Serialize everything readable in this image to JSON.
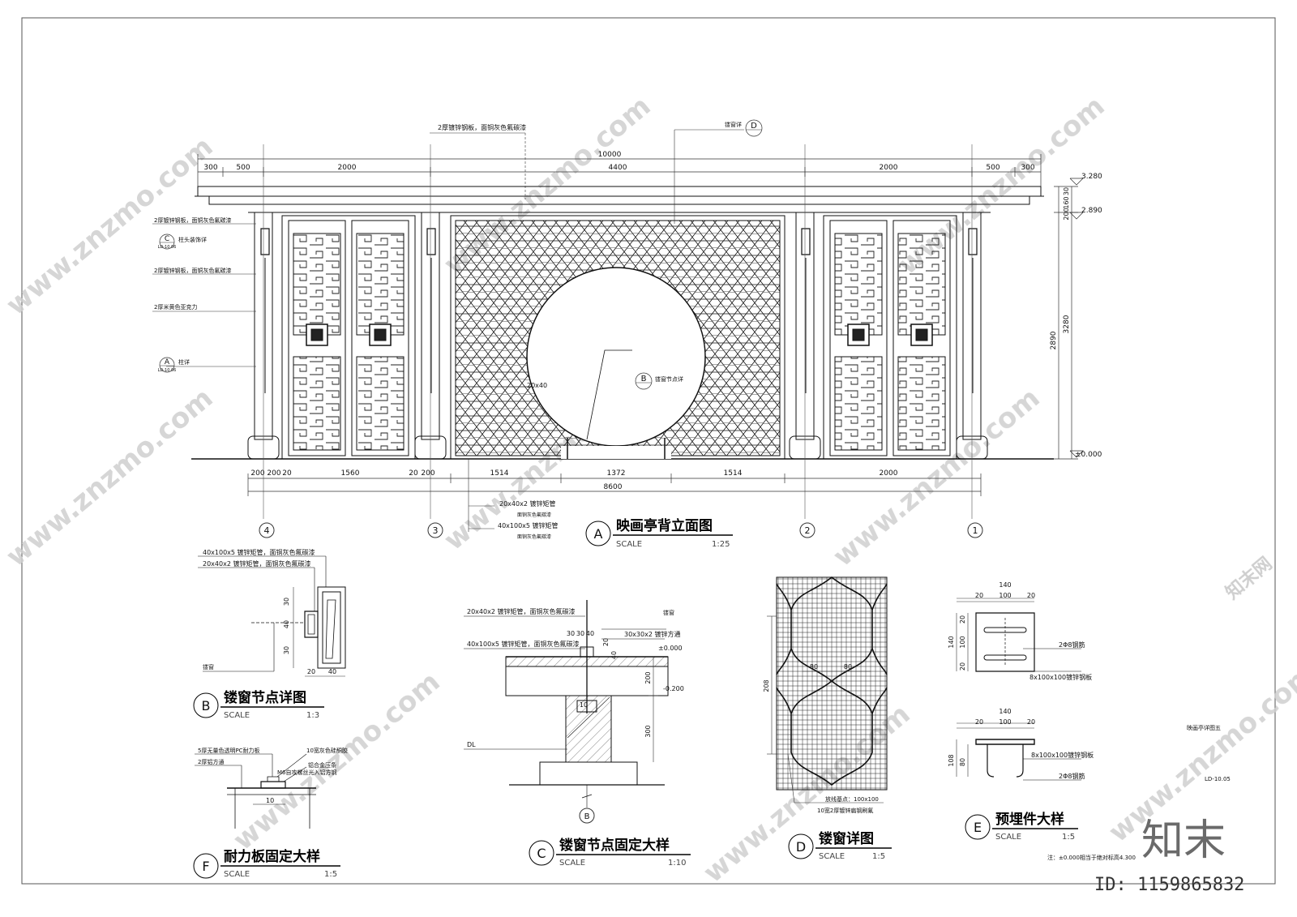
{
  "elevation": {
    "top_dims": [
      "300",
      "500",
      "2000",
      "4400",
      "2000",
      "500",
      "300"
    ],
    "overall_top": "10000",
    "bottom_dims": [
      "200",
      "200",
      "20",
      "1560",
      "20",
      "200",
      "1514",
      "1372",
      "1514",
      "2000"
    ],
    "overall_bottom": "8600",
    "right_dims": [
      "30",
      "160",
      "200",
      "2890",
      "3280"
    ],
    "levels": [
      "3.280",
      "2.890",
      "±0.000"
    ],
    "axes": [
      "4",
      "3",
      "2",
      "1"
    ],
    "callouts_left": [
      "2厚镀锌钢板，面铜灰色氟碳漆",
      "柱头装饰详",
      "2厚镀锌钢板，面铜灰色氟碳漆",
      "2厚米黄色亚克力",
      "柱详"
    ],
    "ref_tags_left": [
      {
        "letter": "C",
        "sheet": "LD-10.06"
      },
      {
        "letter": "A",
        "sheet": "LD-10.06"
      }
    ],
    "callout_top": "2厚镀锌钢板，面铜灰色氟碳漆",
    "callout_window": "镂窗详",
    "ref_tag_top": "D",
    "callout_circle": "镂窗节点详",
    "ref_tag_circle": "B",
    "circle_dim": "20x40",
    "callouts_bottom": [
      "20x40x2 镀锌矩管",
      "面铜灰色氟碳漆",
      "40x100x5 镀锌矩管",
      "面铜灰色氟碳漆"
    ],
    "title_letter": "A",
    "title": "映画亭背立面图",
    "scale_label": "SCALE",
    "scale": "1:25"
  },
  "detail_b": {
    "labels": [
      "40x100x5 镀锌矩管，面铜灰色氟碳漆",
      "20x40x2 镀锌矩管，面铜灰色氟碳漆",
      "镂窗"
    ],
    "dims": [
      "30",
      "40",
      "30",
      "20",
      "40"
    ],
    "title_letter": "B",
    "title": "镂窗节点详图",
    "scale_label": "SCALE",
    "scale": "1:3"
  },
  "detail_c": {
    "labels": [
      "20x40x2 镀锌矩管，面铜灰色氟碳漆",
      "40x100x5 镀锌矩管，面铜灰色氟碳漆",
      "30x30x2 镀锌方通",
      "镂窗",
      "DL"
    ],
    "dims": [
      "30",
      "30",
      "40",
      "20",
      "40",
      "10",
      "200",
      "300"
    ],
    "levels": [
      "±0.000",
      "-0.200"
    ],
    "section_mark": "B",
    "title_letter": "C",
    "title": "镂窗节点固定大样",
    "scale_label": "SCALE",
    "scale": "1:10"
  },
  "detail_d": {
    "dims": [
      "208",
      "80",
      "80"
    ],
    "labels": [
      "放线基点：100x100",
      "10宽2厚镀锌扁钢刷氟"
    ],
    "title_letter": "D",
    "title": "镂窗详图",
    "scale_label": "SCALE",
    "scale": "1:5"
  },
  "detail_e": {
    "dims_top": [
      "140",
      "20",
      "100",
      "20"
    ],
    "dims_side": [
      "20",
      "100",
      "20",
      "140"
    ],
    "labels": [
      "2Φ8钢筋",
      "8x100x100镀锌钢板"
    ],
    "dims_top2": [
      "140",
      "20",
      "100",
      "20"
    ],
    "dims_side2": [
      "108",
      "80"
    ],
    "labels2": [
      "8x100x100镀锌钢板",
      "2Φ8钢筋"
    ],
    "title_letter": "E",
    "title": "预埋件大样",
    "scale_label": "SCALE",
    "scale": "1:5"
  },
  "detail_f": {
    "labels": [
      "5厚无量色透明PC耐力板",
      "10宽灰色硅酮胶",
      "2厚铝方通",
      "铝合金压条",
      "M6自攻螺丝光入铝方钢",
      "10"
    ],
    "title_letter": "F",
    "title": "耐力板固定大样",
    "scale_label": "SCALE",
    "scale": "1:5"
  },
  "sheet": {
    "drawing_name": "映画亭详图五",
    "drawing_no": "LD-10.05",
    "note": "注：±0.000相当于绝对标高4.300",
    "watermark_site": "www.znzmo.com",
    "watermark_brand": "知末网",
    "brand": "知末",
    "id_text": "ID: 1159865832"
  }
}
